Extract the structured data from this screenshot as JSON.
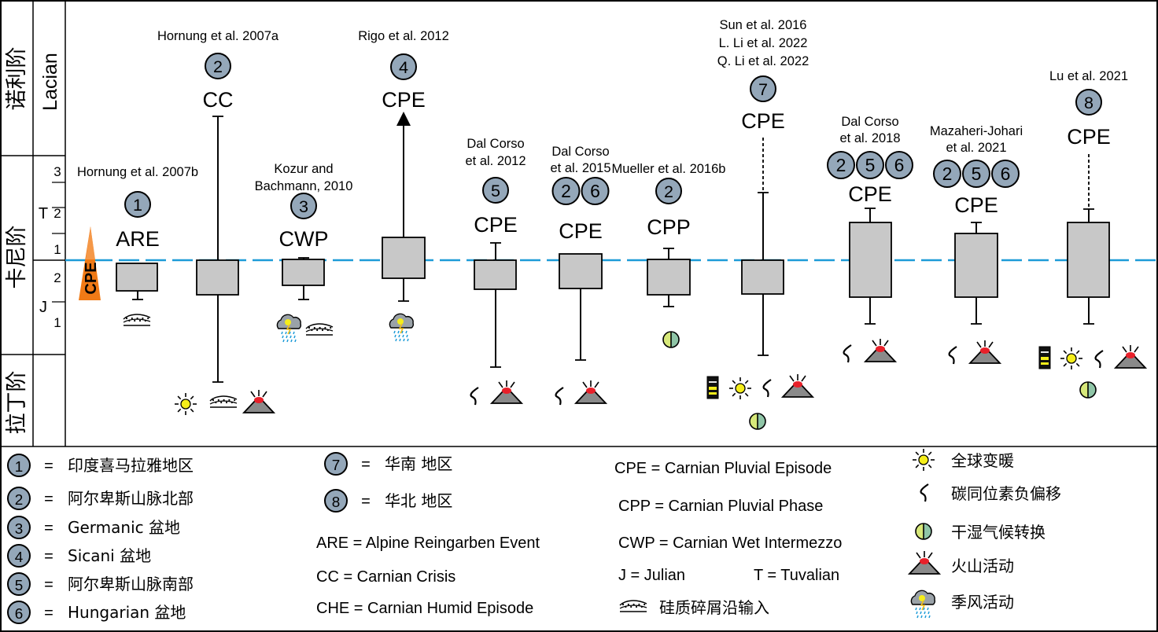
{
  "stages": {
    "upper": {
      "cn": "诺利阶",
      "en": "Lacian"
    },
    "middle": {
      "cn": "卡尼阶"
    },
    "lower": {
      "cn": "拉丁阶"
    }
  },
  "substages": [
    {
      "label": "T",
      "ticks": [
        "3",
        "2",
        "1"
      ]
    },
    {
      "label": "J",
      "ticks": [
        "2",
        "1"
      ]
    }
  ],
  "cpe_marker": "CPE",
  "studies": [
    {
      "id": "s1",
      "refs": [
        "Hornung et al. 2007b"
      ],
      "nums": [
        "1"
      ],
      "event": "ARE"
    },
    {
      "id": "s2",
      "refs": [
        "Hornung et al. 2007a"
      ],
      "nums": [
        "2"
      ],
      "event": "CC"
    },
    {
      "id": "s3",
      "refs": [
        "Kozur and",
        "Bachmann, 2010"
      ],
      "nums": [
        "3"
      ],
      "event": "CWP"
    },
    {
      "id": "s4",
      "refs": [
        "Rigo et al. 2012"
      ],
      "nums": [
        "4"
      ],
      "event": "CPE"
    },
    {
      "id": "s5",
      "refs": [
        "Dal Corso",
        "et al. 2012"
      ],
      "nums": [
        "5"
      ],
      "event": "CPE"
    },
    {
      "id": "s6",
      "refs": [
        "Dal Corso",
        "et al. 2015"
      ],
      "nums": [
        "2",
        "6"
      ],
      "event": "CPE"
    },
    {
      "id": "s7",
      "refs": [
        "Mueller et al. 2016b"
      ],
      "nums": [
        "2"
      ],
      "event": "CPP"
    },
    {
      "id": "s8",
      "refs": [
        "Sun et al. 2016",
        "L. Li et al. 2022",
        "Q. Li et al. 2022"
      ],
      "nums": [
        "7"
      ],
      "event": "CPE"
    },
    {
      "id": "s9",
      "refs": [
        "Dal Corso",
        "et al. 2018"
      ],
      "nums": [
        "2",
        "5",
        "6"
      ],
      "event": "CPE"
    },
    {
      "id": "s10",
      "refs": [
        "Mazaheri-Johari",
        "et al. 2021"
      ],
      "nums": [
        "2",
        "5",
        "6"
      ],
      "event": "CPE"
    },
    {
      "id": "s11",
      "refs": [
        "Lu et al. 2021"
      ],
      "nums": [
        "8"
      ],
      "event": "CPE"
    }
  ],
  "legend_regions": [
    {
      "num": "1",
      "eq": "=",
      "name": "印度喜马拉雅地区"
    },
    {
      "num": "2",
      "eq": "=",
      "name": "阿尔卑斯山脉北部"
    },
    {
      "num": "3",
      "eq": "=",
      "name": "Germanic 盆地"
    },
    {
      "num": "4",
      "eq": "=",
      "name": "Sicani 盆地"
    },
    {
      "num": "5",
      "eq": "=",
      "name": "阿尔卑斯山脉南部"
    },
    {
      "num": "6",
      "eq": "=",
      "name": "Hungarian 盆地"
    },
    {
      "num": "7",
      "eq": "=",
      "name": "华南 地区"
    },
    {
      "num": "8",
      "eq": "=",
      "name": "华北 地区"
    }
  ],
  "legend_abbrev": [
    "ARE = Alpine Reingarben Event",
    "CC = Carnian Crisis",
    "CHE = Carnian Humid Episode",
    "CPE = Carnian Pluvial Episode",
    "CPP = Carnian Pluvial Phase",
    "CWP = Carnian Wet Intermezzo",
    "J = Julian",
    "T = Tuvalian"
  ],
  "legend_symbols": [
    {
      "icon": "sun-icon",
      "label": "全球变暖"
    },
    {
      "icon": "carbon-isotope-excursion-icon",
      "label": "碳同位素负偏移"
    },
    {
      "icon": "wet-dry-shift-icon",
      "label": "干湿气候转换"
    },
    {
      "icon": "volcano-icon",
      "label": "火山活动"
    },
    {
      "icon": "monsoon-cloud-icon",
      "label": "季风活动"
    },
    {
      "icon": "siliciclastic-input-icon",
      "label": "硅质碎屑沿输入"
    }
  ],
  "colors": {
    "box_fill": "#c8c8c8",
    "circle_fill": "#94a7b9",
    "dash_line": "#1d9bd7",
    "volcano_red": "#e8202a",
    "volcano_grey": "#8a8a8a",
    "sun_yellow": "#f5ee1a",
    "cpe_orange": "#f07a16"
  }
}
